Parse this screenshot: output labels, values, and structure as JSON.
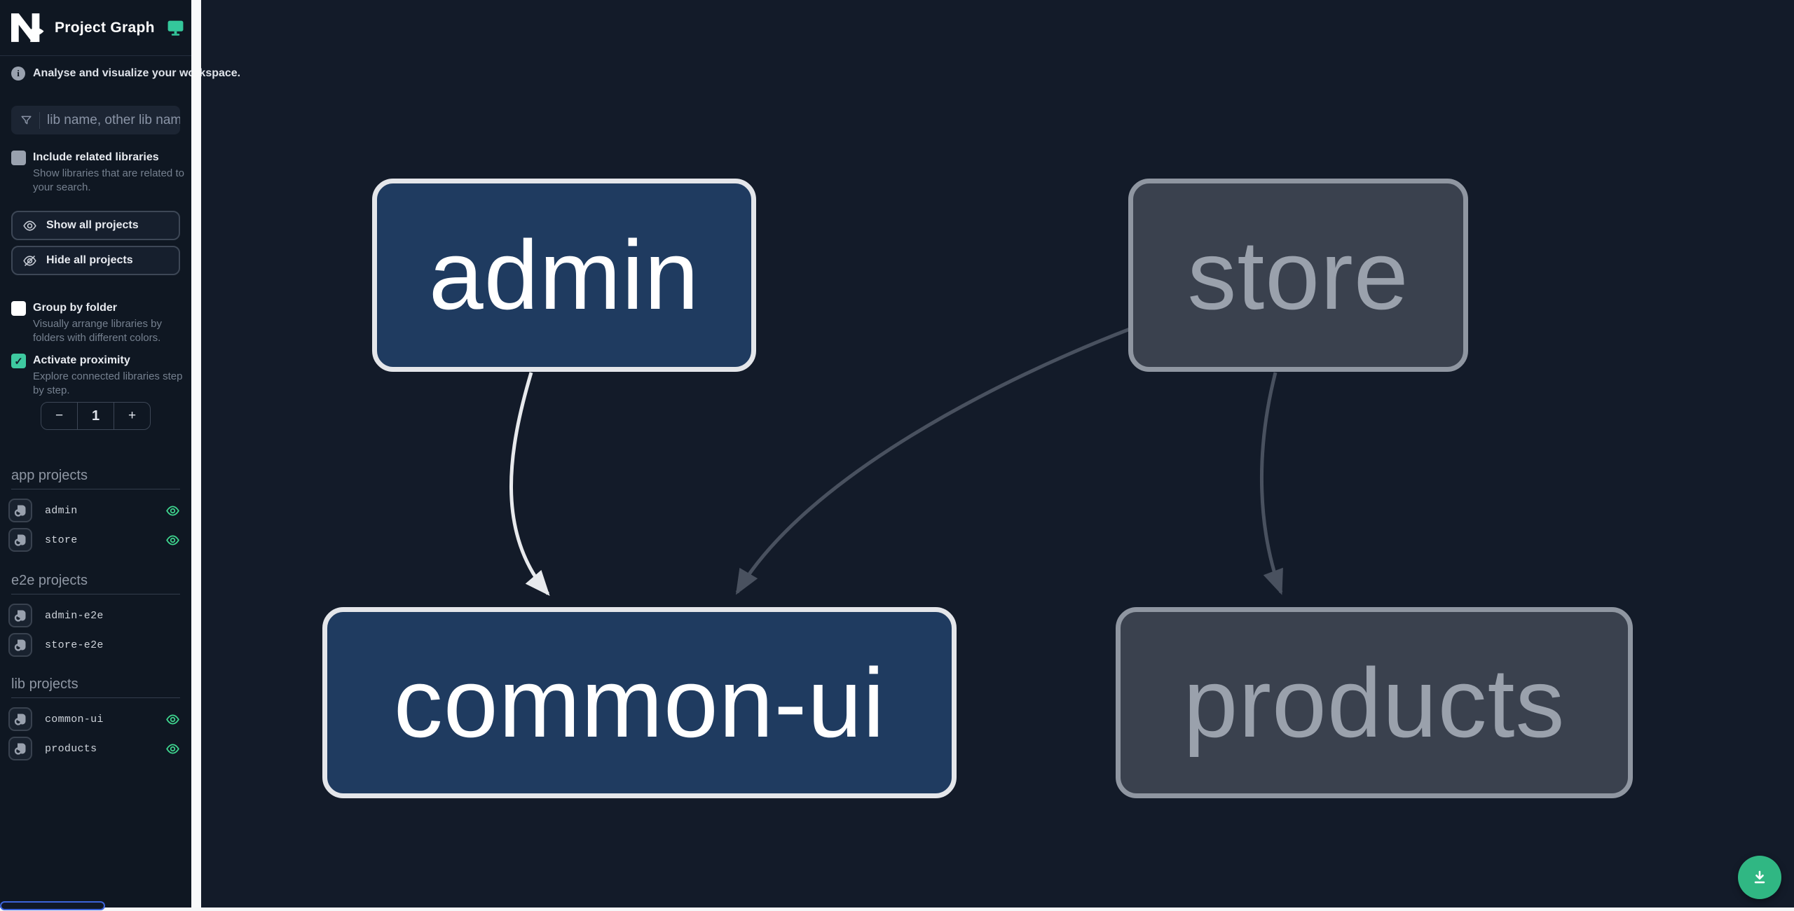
{
  "header": {
    "title": "Project Graph",
    "logo_icon": "nx-logo",
    "action_icon": "monitor-icon"
  },
  "sidebar": {
    "tagline": "Analyse and visualize your workspace.",
    "search": {
      "placeholder": "lib name, other lib name",
      "value": "",
      "icon": "filter-funnel-icon"
    },
    "check_glyph": "✓",
    "toggles": [
      {
        "label": "Include related libraries",
        "description": "Show libraries that are related to your search.",
        "checked": false
      },
      {
        "label": "Group by folder",
        "description": "Visually arrange libraries by folders with different colors.",
        "checked": false
      },
      {
        "label": "Activate proximity",
        "description": "Explore connected libraries step by step.",
        "checked": true
      }
    ],
    "buttons": {
      "show_all": "Show all projects",
      "hide_all": "Hide all projects"
    },
    "proximity_value": "1",
    "stepper": {
      "decrement": "−",
      "increment": "+"
    },
    "sections": [
      {
        "title": "app projects",
        "items": [
          {
            "name": "admin",
            "visible": true
          },
          {
            "name": "store",
            "visible": true
          }
        ]
      },
      {
        "title": "e2e projects",
        "items": [
          {
            "name": "admin-e2e"
          },
          {
            "name": "store-e2e"
          }
        ]
      },
      {
        "title": "lib projects",
        "items": [
          {
            "name": "common-ui",
            "visible": true
          },
          {
            "name": "products",
            "visible": true
          }
        ]
      }
    ]
  },
  "graph": {
    "nodes": [
      {
        "id": "admin",
        "label": "admin",
        "type": "app",
        "highlighted": true
      },
      {
        "id": "store",
        "label": "store",
        "type": "app",
        "highlighted": false
      },
      {
        "id": "common-ui",
        "label": "common-ui",
        "type": "lib",
        "highlighted": true
      },
      {
        "id": "products",
        "label": "products",
        "type": "lib",
        "highlighted": false
      }
    ],
    "edges": [
      {
        "source": "admin",
        "target": "common-ui",
        "highlighted": true
      },
      {
        "source": "store",
        "target": "common-ui",
        "highlighted": false
      },
      {
        "source": "store",
        "target": "products",
        "highlighted": false
      }
    ]
  },
  "fab": {
    "icon": "download-icon"
  },
  "colors": {
    "accent_green": "#34d399",
    "fab_green": "#30b783",
    "node_highlight_fill": "#1f3b60",
    "node_highlight_border": "#e4e6ea",
    "node_dim_fill": "#3a414e",
    "node_dim_border": "#8f96a1",
    "edge_highlight": "#e8eaed",
    "edge_dim": "#49515f",
    "sidebar_bg": "#0f1722",
    "canvas_bg": "#131b29"
  }
}
